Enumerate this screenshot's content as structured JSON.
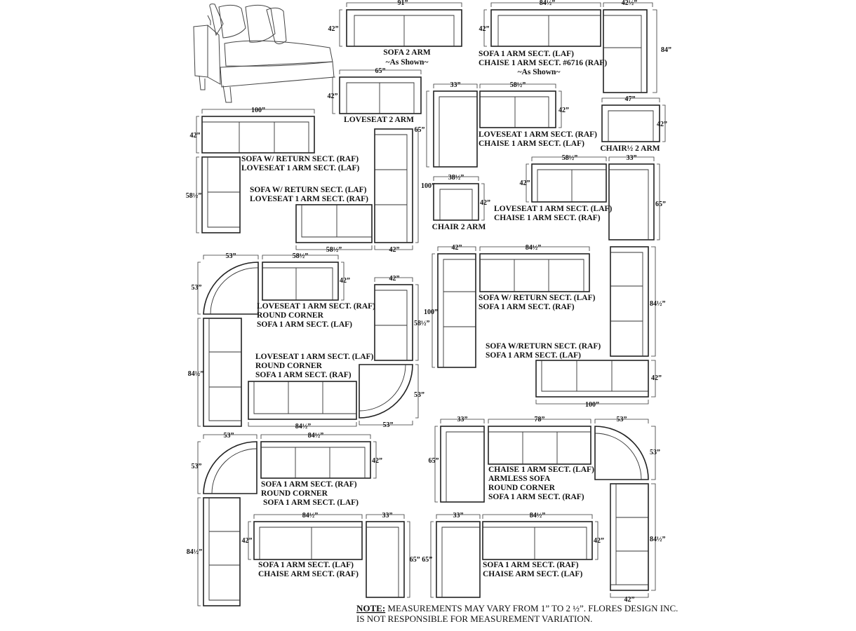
{
  "note": {
    "bold": "NOTE:",
    "line1": " MEASUREMENTS MAY VARY FROM 1” TO 2 ½”. FLORES DESIGN INC.",
    "line2": "IS NOT RESPONSIBLE FOR MEASUREMENT VARIATION."
  },
  "labels": {
    "sofa2arm": "SOFA 2 ARM",
    "sofa2arm_sub": "~As Shown~",
    "sec1_l1": "SOFA 1 ARM SECT. (LAF)",
    "sec1_l2": "CHAISE 1 ARM SECT. #6716 (RAF)",
    "sec1_l3": "~As Shown~",
    "loveseat2arm": "LOVESEAT  2 ARM",
    "sec2_l1": "LOVESEAT 1 ARM SECT. (RAF)",
    "sec2_l2": "CHAISE 1 ARM SECT. (LAF)",
    "chair_half": "CHAIR½ 2 ARM",
    "sec3_l1": "SOFA W/ RETURN SECT. (RAF)",
    "sec3_l2": "LOVESEAT  1 ARM SECT. (LAF)",
    "sec4_l1": "SOFA  W/ RETURN SECT. (LAF)",
    "sec4_l2": "LOVESEAT 1 ARM SECT. (RAF)",
    "chair2arm": "CHAIR 2 ARM",
    "sec5_l1": "LOVESEAT 1 ARM SECT. (LAF)",
    "sec5_l2": "CHAISE 1 ARM SECT. (RAF)",
    "sec6_l1": "LOVESEAT 1 ARM SECT. (RAF)",
    "sec6_l2": "ROUND CORNER",
    "sec6_l3": "SOFA 1 ARM SECT. (LAF)",
    "sec7_l1": "SOFA W/ RETURN SECT. (LAF)",
    "sec7_l2": "SOFA 1 ARM SECT. (RAF)",
    "sec8_l1": "LOVESEAT 1 ARM SECT. (LAF)",
    "sec8_l2": "ROUND CORNER",
    "sec8_l3": "SOFA 1 ARM SECT. (RAF)",
    "sec9_l1": "SOFA W/RETURN SECT. (RAF)",
    "sec9_l2": "SOFA 1 ARM SECT. (LAF)",
    "sec10_l1": "CHAISE 1 ARM SECT. (LAF)",
    "sec10_l2": "ARMLESS SOFA",
    "sec10_l3": "ROUND CORNER",
    "sec10_l4": "SOFA 1 ARM SECT. (RAF)",
    "sec11_l1": "SOFA 1 ARM SECT. (RAF)",
    "sec11_l2": "ROUND CORNER",
    "sec11_l3": "SOFA 1 ARM SECT. (LAF)",
    "sec12_l1": "SOFA 1 ARM SECT. (LAF)",
    "sec12_l2": "CHAISE ARM SECT. (RAF)",
    "sec13_l1": "SOFA 1 ARM SECT. (RAF)",
    "sec13_l2": "CHAISE ARM SECT. (LAF)"
  },
  "dims": {
    "d91": "91”",
    "d84h": "84½”",
    "d42h": "42½”",
    "d42": "42”",
    "d84": "84”",
    "d65": "65”",
    "d33": "33”",
    "d58h": "58½”",
    "d47": "47”",
    "d100": "100”",
    "d38h": "38½”",
    "d53": "53”",
    "d78": "78”",
    "d65b": "65” 65”"
  }
}
